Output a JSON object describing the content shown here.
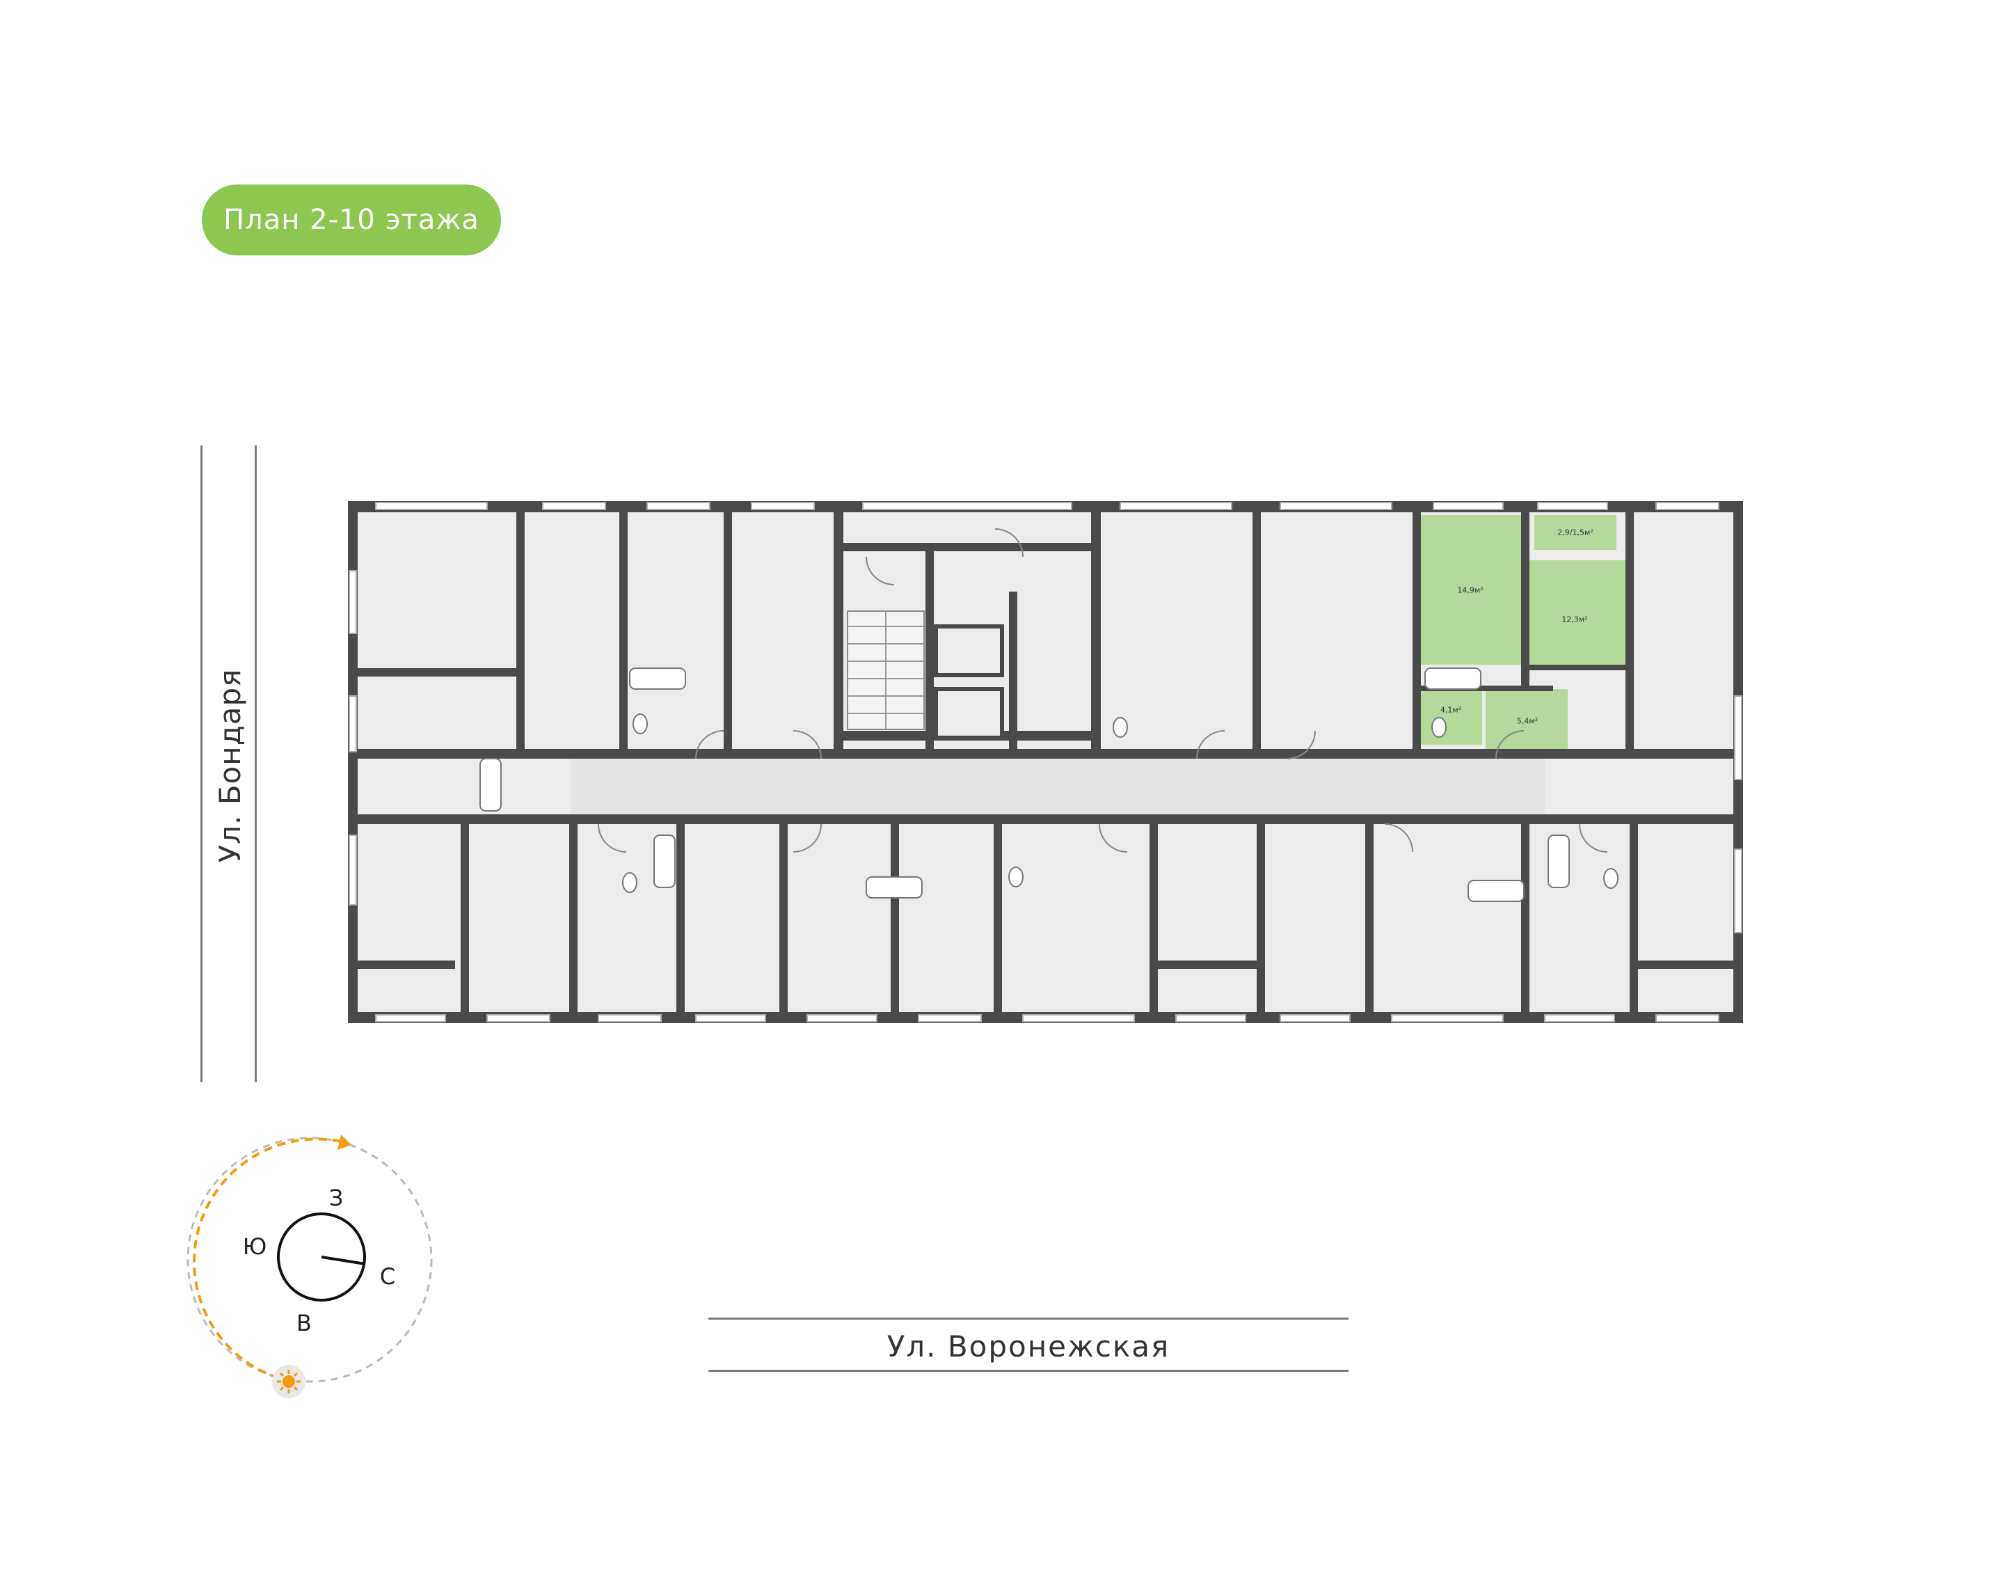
{
  "title": "План 2-10 этажа",
  "streets": {
    "left": "Ул. Бондаря",
    "bottom": "Ул. Воронежская"
  },
  "compass": {
    "north": "З",
    "east": "С",
    "south": "В",
    "west": "Ю"
  },
  "apartment": {
    "rooms": [
      {
        "label": "14,9м²"
      },
      {
        "label": "12,3м²"
      },
      {
        "label": "2,9/1,5м²"
      },
      {
        "label": "4,1м²"
      },
      {
        "label": "5,4м²"
      }
    ]
  },
  "colors": {
    "accent": "#8cc751",
    "highlight": "#b4d99a",
    "walls": "#4a4a4a",
    "floor": "#ececec",
    "sun": "#f39c12"
  }
}
